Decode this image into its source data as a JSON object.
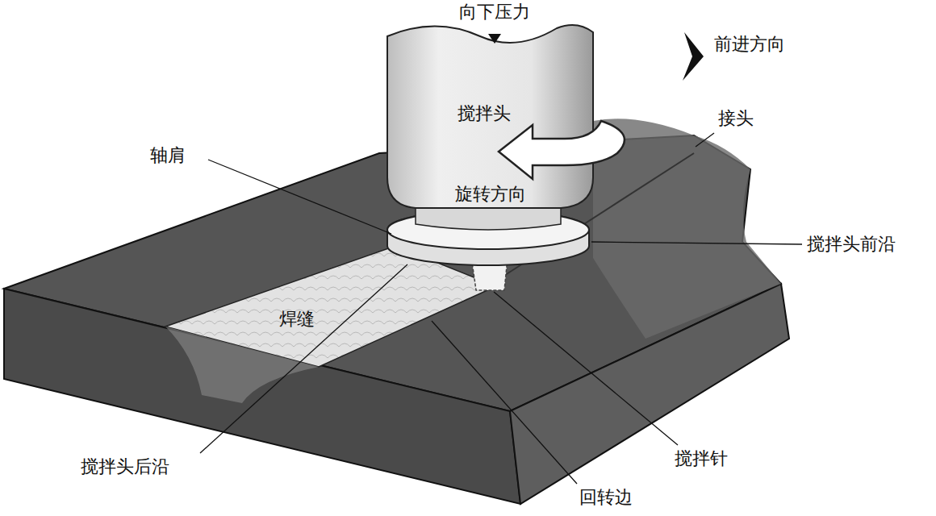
{
  "diagram": {
    "labels": [
      "向下压力",
      "前进方向",
      "搅拌头",
      "旋转方向",
      "接头",
      "轴肩",
      "搅拌头前沿",
      "焊缝",
      "搅拌头后沿",
      "回转边",
      "搅拌针"
    ]
  }
}
